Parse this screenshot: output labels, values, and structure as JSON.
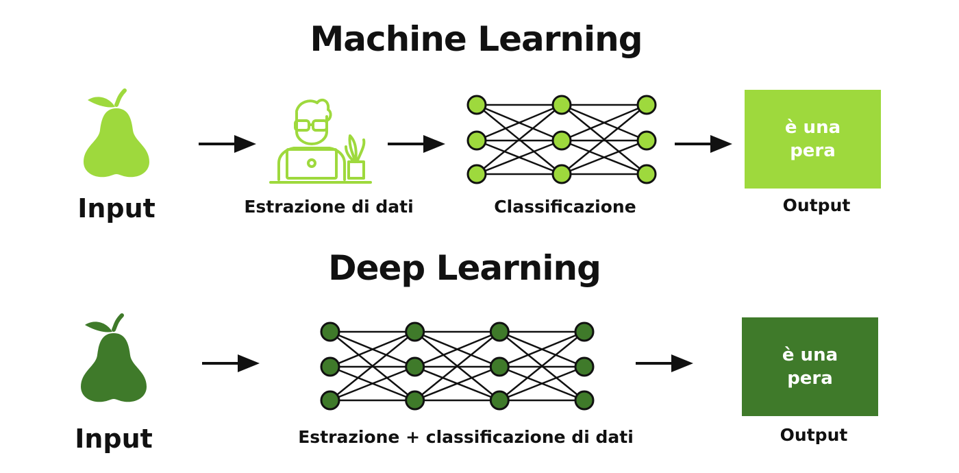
{
  "colors": {
    "light_green": "#9ed93d",
    "dark_green": "#3f7a2a",
    "ink": "#111111"
  },
  "machine_learning": {
    "title": "Machine Learning",
    "input_label": "Input",
    "input_icon": "pear-icon",
    "extraction_label": "Estrazione di dati",
    "extraction_icon": "person-at-laptop-icon",
    "classification_label": "Classificazione",
    "network_layers": 3,
    "output_text": "è una pera",
    "output_label": "Output"
  },
  "deep_learning": {
    "title": "Deep Learning",
    "input_label": "Input",
    "input_icon": "pear-icon",
    "network_label": "Estrazione + classificazione di dati",
    "network_layers": 4,
    "output_text": "è una pera",
    "output_label": "Output"
  }
}
